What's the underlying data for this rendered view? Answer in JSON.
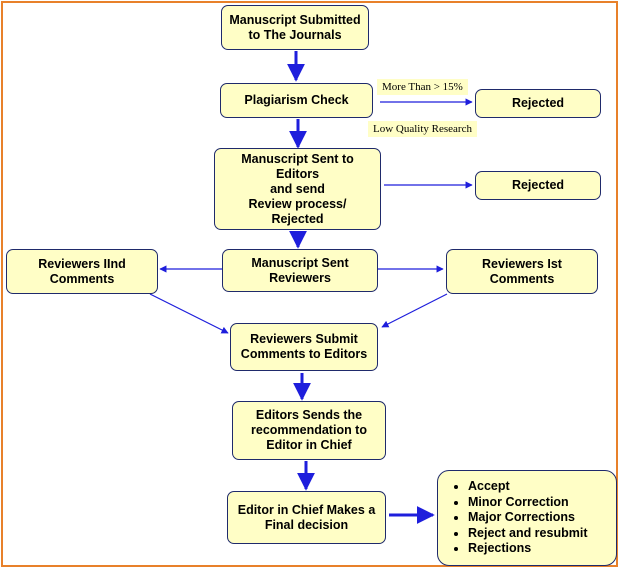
{
  "colors": {
    "box_fill": "#fffec6",
    "box_border": "#1f2a6b",
    "arrow": "#1e1edc",
    "frame": "#e8812a"
  },
  "nodes": {
    "submitted": "Manuscript Submitted\nto The Journals",
    "plagiarism": "Plagiarism Check",
    "rejected_1": "Rejected",
    "sent_editors": "Manuscript Sent to Editors\nand send\nReview process/\nRejected",
    "rejected_2": "Rejected",
    "sent_reviewers": "Manuscript Sent\nReviewers",
    "reviewers_2nd": "Reviewers IInd\nComments",
    "reviewers_1st": "Reviewers Ist\nComments",
    "submit_comments": "Reviewers Submit\nComments to Editors",
    "recommendation": "Editors Sends the\nrecommendation to\nEditor in Chief",
    "final_decision": "Editor in Chief Makes a\nFinal decision"
  },
  "labels": {
    "more_than": "More Than > 15%",
    "low_quality": "Low Quality Research"
  },
  "outcomes": [
    "Accept",
    "Minor Correction",
    "Major Corrections",
    "Reject and resubmit",
    "Rejections"
  ]
}
